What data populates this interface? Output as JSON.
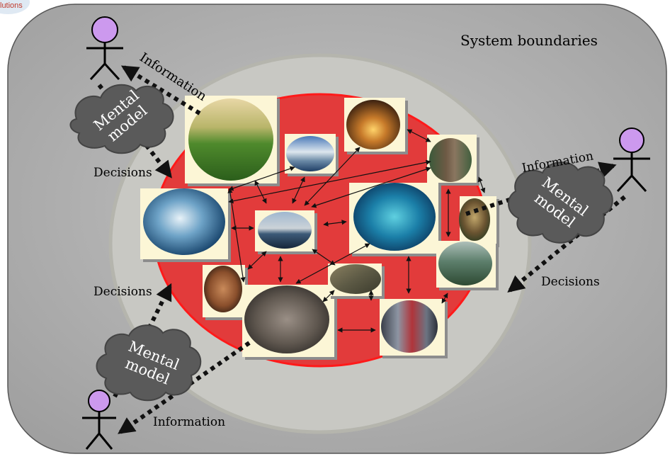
{
  "corner_text": "lutions",
  "system_label": "System boundaries",
  "actors": [
    {
      "info": "Information",
      "decision": "Decisions",
      "cloud": [
        "Mental",
        "model"
      ]
    },
    {
      "info": "Information",
      "decision": "Decisions",
      "cloud": [
        "Mental",
        "model"
      ]
    },
    {
      "info": "Information",
      "decision": "Decisions",
      "cloud": [
        "Mental",
        "model"
      ]
    }
  ],
  "colors": {
    "outer_box": "#b3b3b3",
    "middle_ellipse": "#c9c9c6",
    "core_red": "#e23b3b",
    "photo_frame": "#fcf6d6",
    "cloud": "#5a5a5a",
    "actor_head": "#cc99ee"
  },
  "photos": [
    "terraced-hills",
    "mountain-lake",
    "forest-sunset",
    "tall-tree",
    "ocean-wave",
    "sky-cloud",
    "coral-reef",
    "owl",
    "child",
    "crowd",
    "aerial-farm",
    "deforested-hill",
    "city-buildings"
  ]
}
